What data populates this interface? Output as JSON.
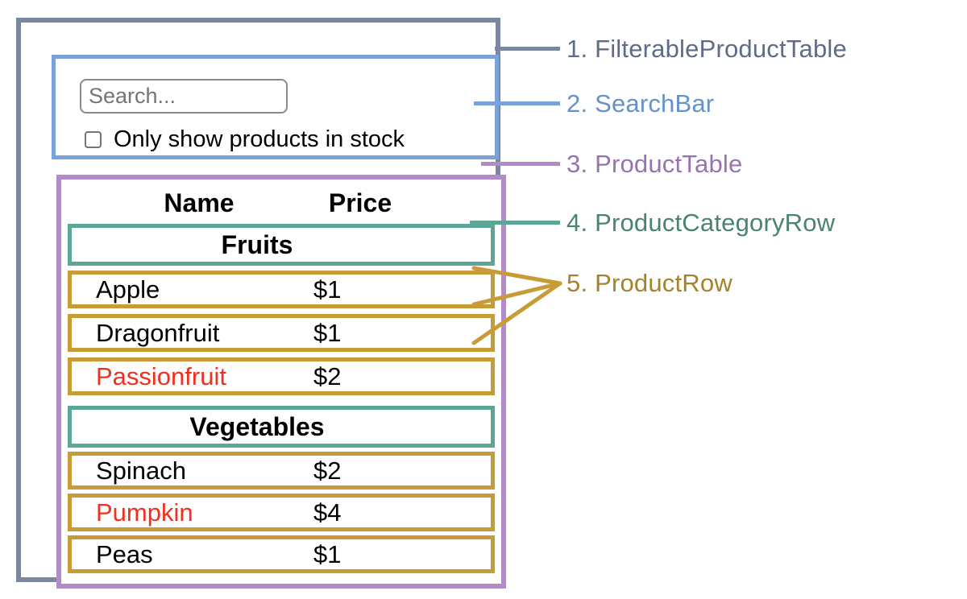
{
  "search_bar": {
    "placeholder": "Search...",
    "checkbox_label": "Only show products in stock",
    "checkbox_checked": false
  },
  "table": {
    "headers": [
      "Name",
      "Price"
    ],
    "categories": [
      {
        "name": "Fruits",
        "rows": [
          {
            "name": "Apple",
            "price": "$1",
            "out_of_stock": false
          },
          {
            "name": "Dragonfruit",
            "price": "$1",
            "out_of_stock": false
          },
          {
            "name": "Passionfruit",
            "price": "$2",
            "out_of_stock": true
          }
        ]
      },
      {
        "name": "Vegetables",
        "rows": [
          {
            "name": "Spinach",
            "price": "$2",
            "out_of_stock": false
          },
          {
            "name": "Pumpkin",
            "price": "$4",
            "out_of_stock": true
          },
          {
            "name": "Peas",
            "price": "$1",
            "out_of_stock": false
          }
        ]
      }
    ]
  },
  "legend": [
    {
      "text": "1. FilterableProductTable",
      "color": "#5f6c87"
    },
    {
      "text": "2. SearchBar",
      "color": "#6691c9"
    },
    {
      "text": "3. ProductTable",
      "color": "#9873b1"
    },
    {
      "text": "4. ProductCategoryRow",
      "color": "#4a8371"
    },
    {
      "text": "5. ProductRow",
      "color": "#a5832c"
    }
  ],
  "colors": {
    "filterable_product_table_border": "#7b87a0",
    "search_bar_border": "#7aa2d8",
    "product_table_border": "#b28cc9",
    "product_category_row_border": "#5ca695",
    "product_row_border": "#c79b35",
    "out_of_stock_text": "#f0301f"
  }
}
